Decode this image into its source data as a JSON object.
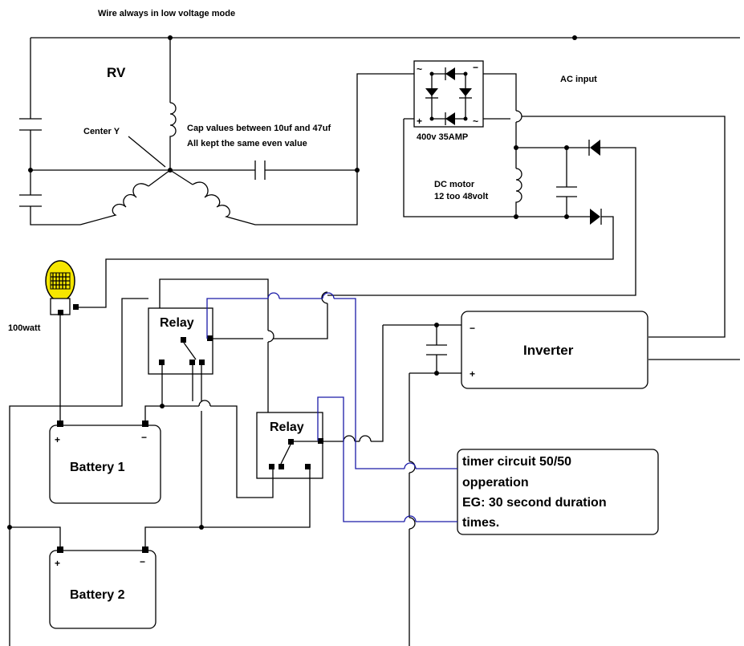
{
  "labels": {
    "top_note": "Wire always in low voltage mode",
    "rv": "RV",
    "center_y": "Center Y",
    "cap_note_1": "Cap values between 10uf and 47uf",
    "cap_note_2": "All kept the same even value",
    "ac_input": "AC input",
    "rectifier_rating": "400v  35AMP",
    "dc_motor_1": "DC motor",
    "dc_motor_2": "12 too 48volt",
    "lamp": "100watt",
    "relay_1": "Relay",
    "relay_2": "Relay",
    "inverter": "Inverter",
    "inverter_minus": "−",
    "inverter_plus": "+",
    "battery_1": "Battery 1",
    "battery_2": "Battery 2",
    "battery_plus": "+",
    "battery_minus": "−",
    "bridge_plus": "+",
    "bridge_minus": "−",
    "ac_symbol": "~",
    "timer_1": "timer circuit 50/50",
    "timer_2": "opperation",
    "timer_3": "EG: 30 second duration",
    "timer_4": "times."
  },
  "colors": {
    "wire": "#000000",
    "control_wire": "#1a1aa8",
    "lamp_glow": "#f5e600"
  }
}
